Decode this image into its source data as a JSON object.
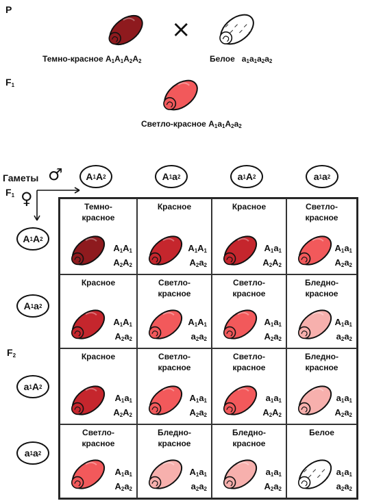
{
  "parents": {
    "label": "P",
    "cross": "×",
    "p1": {
      "color_name": "Темно-красное",
      "genotype": [
        [
          "A",
          "1"
        ],
        [
          "A",
          "1"
        ],
        [
          "A",
          "2"
        ],
        [
          "A",
          "2"
        ]
      ],
      "fill": "#8e1a1e"
    },
    "p2": {
      "color_name": "Белое",
      "genotype": [
        [
          "a",
          "1"
        ],
        [
          "a",
          "1"
        ],
        [
          "a",
          "2"
        ],
        [
          "a",
          "2"
        ]
      ],
      "fill": "#ffffff"
    }
  },
  "f1": {
    "label": "F",
    "label_sub": "1",
    "seed": {
      "color_name": "Светло-красное",
      "genotype": [
        [
          "A",
          "1"
        ],
        [
          "a",
          "1"
        ],
        [
          "A",
          "2"
        ],
        [
          "a",
          "2"
        ]
      ],
      "fill": "#f2595b"
    }
  },
  "gametes": {
    "title": "Гаметы",
    "male_symbol": "♂",
    "female_symbol": "♀",
    "f1_label": "F",
    "f1_sub": "1",
    "f2_label": "F",
    "f2_sub": "2",
    "male": [
      [
        [
          "A",
          "1"
        ],
        [
          "A",
          "2"
        ]
      ],
      [
        [
          "A",
          "1"
        ],
        [
          "a",
          "2"
        ]
      ],
      [
        [
          "a",
          "1"
        ],
        [
          "A",
          "2"
        ]
      ],
      [
        [
          "a",
          "1"
        ],
        [
          "a",
          "2"
        ]
      ]
    ],
    "female": [
      [
        [
          "A",
          "1"
        ],
        [
          "A",
          "2"
        ]
      ],
      [
        [
          "A",
          "1"
        ],
        [
          "a",
          "2"
        ]
      ],
      [
        [
          "a",
          "1"
        ],
        [
          "A",
          "2"
        ]
      ],
      [
        [
          "a",
          "1"
        ],
        [
          "a",
          "2"
        ]
      ]
    ]
  },
  "colors": {
    "dark_red": "#8e1a1e",
    "red": "#c5262d",
    "light_red": "#f2595b",
    "pale_red": "#f7b0ad",
    "white": "#ffffff"
  },
  "punnett": [
    [
      {
        "name": "Темно-\nкрасное",
        "tone": "dark_red",
        "g1": [
          [
            "A",
            "1"
          ],
          [
            "A",
            "1"
          ]
        ],
        "g2": [
          [
            "A",
            "2"
          ],
          [
            "A",
            "2"
          ]
        ]
      },
      {
        "name": "Красное",
        "tone": "red",
        "g1": [
          [
            "A",
            "1"
          ],
          [
            "A",
            "1"
          ]
        ],
        "g2": [
          [
            "A",
            "2"
          ],
          [
            "a",
            "2"
          ]
        ]
      },
      {
        "name": "Красное",
        "tone": "red",
        "g1": [
          [
            "A",
            "1"
          ],
          [
            "a",
            "1"
          ]
        ],
        "g2": [
          [
            "A",
            "2"
          ],
          [
            "A",
            "2"
          ]
        ]
      },
      {
        "name": "Светло-\nкрасное",
        "tone": "light_red",
        "g1": [
          [
            "A",
            "1"
          ],
          [
            "a",
            "1"
          ]
        ],
        "g2": [
          [
            "A",
            "2"
          ],
          [
            "a",
            "2"
          ]
        ]
      }
    ],
    [
      {
        "name": "Красное",
        "tone": "red",
        "g1": [
          [
            "A",
            "1"
          ],
          [
            "A",
            "1"
          ]
        ],
        "g2": [
          [
            "A",
            "2"
          ],
          [
            "a",
            "2"
          ]
        ]
      },
      {
        "name": "Светло-\nкрасное",
        "tone": "light_red",
        "g1": [
          [
            "A",
            "1"
          ],
          [
            "A",
            "1"
          ]
        ],
        "g2": [
          [
            "a",
            "2"
          ],
          [
            "a",
            "2"
          ]
        ]
      },
      {
        "name": "Светло-\nкрасное",
        "tone": "light_red",
        "g1": [
          [
            "A",
            "1"
          ],
          [
            "a",
            "1"
          ]
        ],
        "g2": [
          [
            "A",
            "2"
          ],
          [
            "a",
            "2"
          ]
        ]
      },
      {
        "name": "Бледно-\nкрасное",
        "tone": "pale_red",
        "g1": [
          [
            "A",
            "1"
          ],
          [
            "a",
            "1"
          ]
        ],
        "g2": [
          [
            "a",
            "2"
          ],
          [
            "a",
            "2"
          ]
        ]
      }
    ],
    [
      {
        "name": "Красное",
        "tone": "red",
        "g1": [
          [
            "A",
            "1"
          ],
          [
            "a",
            "1"
          ]
        ],
        "g2": [
          [
            "A",
            "2"
          ],
          [
            "A",
            "2"
          ]
        ]
      },
      {
        "name": "Светло-\nкрасное",
        "tone": "light_red",
        "g1": [
          [
            "A",
            "1"
          ],
          [
            "a",
            "1"
          ]
        ],
        "g2": [
          [
            "A",
            "2"
          ],
          [
            "a",
            "2"
          ]
        ]
      },
      {
        "name": "Светло-\nкрасное",
        "tone": "light_red",
        "g1": [
          [
            "a",
            "1"
          ],
          [
            "a",
            "1"
          ]
        ],
        "g2": [
          [
            "A",
            "2"
          ],
          [
            "A",
            "2"
          ]
        ]
      },
      {
        "name": "Бледно-\nкрасное",
        "tone": "pale_red",
        "g1": [
          [
            "a",
            "1"
          ],
          [
            "a",
            "1"
          ]
        ],
        "g2": [
          [
            "A",
            "2"
          ],
          [
            "a",
            "2"
          ]
        ]
      }
    ],
    [
      {
        "name": "Светло-\nкрасное",
        "tone": "light_red",
        "g1": [
          [
            "A",
            "1"
          ],
          [
            "a",
            "1"
          ]
        ],
        "g2": [
          [
            "A",
            "2"
          ],
          [
            "a",
            "2"
          ]
        ]
      },
      {
        "name": "Бледно-\nкрасное",
        "tone": "pale_red",
        "g1": [
          [
            "A",
            "1"
          ],
          [
            "a",
            "1"
          ]
        ],
        "g2": [
          [
            "a",
            "2"
          ],
          [
            "a",
            "2"
          ]
        ]
      },
      {
        "name": "Бледно-\nкрасное",
        "tone": "pale_red",
        "g1": [
          [
            "a",
            "1"
          ],
          [
            "a",
            "1"
          ]
        ],
        "g2": [
          [
            "A",
            "2"
          ],
          [
            "a",
            "2"
          ]
        ]
      },
      {
        "name": "Белое",
        "tone": "white",
        "g1": [
          [
            "a",
            "1"
          ],
          [
            "a",
            "1"
          ]
        ],
        "g2": [
          [
            "a",
            "2"
          ],
          [
            "a",
            "2"
          ]
        ]
      }
    ]
  ]
}
